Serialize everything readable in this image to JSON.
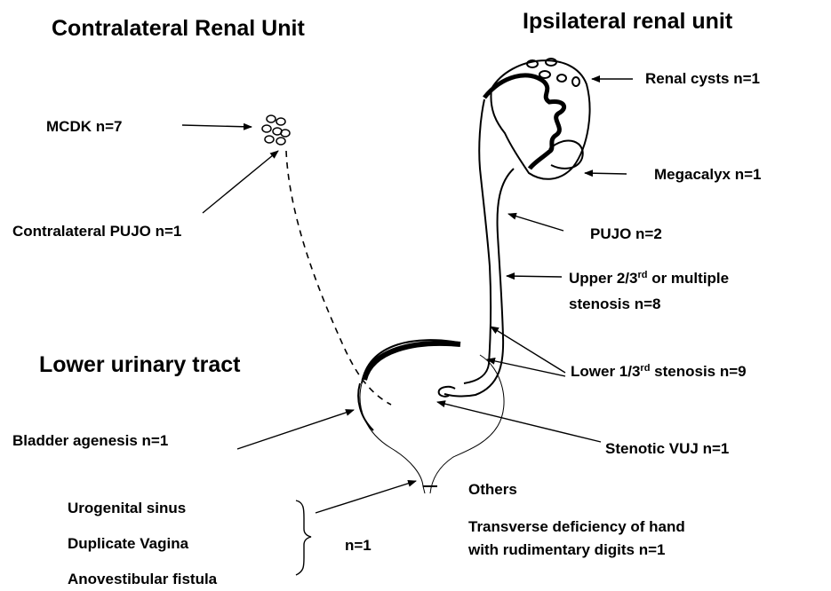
{
  "headers": {
    "contralateral": "Contralateral Renal Unit",
    "ipsilateral": "Ipsilateral renal unit",
    "lower": "Lower urinary tract"
  },
  "labels": {
    "mcdk": "MCDK n=7",
    "contralateral_pujo": "Contralateral PUJO n=1",
    "renal_cysts": "Renal cysts n=1",
    "megacalyx": "Megacalyx n=1",
    "pujo": "PUJO n=2",
    "upper_stenosis_a": "Upper 2/3",
    "upper_stenosis_sup": "rd",
    "upper_stenosis_b": " or multiple",
    "upper_stenosis_line2": "stenosis  n=8",
    "lower_stenosis_a": "Lower 1/3",
    "lower_stenosis_sup": "rd",
    "lower_stenosis_b": " stenosis n=9",
    "bladder_agenesis": "Bladder agenesis n=1",
    "stenotic_vuj": "Stenotic VUJ n=1",
    "others": "Others",
    "transverse_line1": "Transverse deficiency of hand",
    "transverse_line2": "with rudimentary digits n=1",
    "urogenital_sinus": "Urogenital sinus",
    "duplicate_vagina": "Duplicate Vagina",
    "anovestibular": "Anovestibular fistula",
    "group_count": "n=1"
  }
}
